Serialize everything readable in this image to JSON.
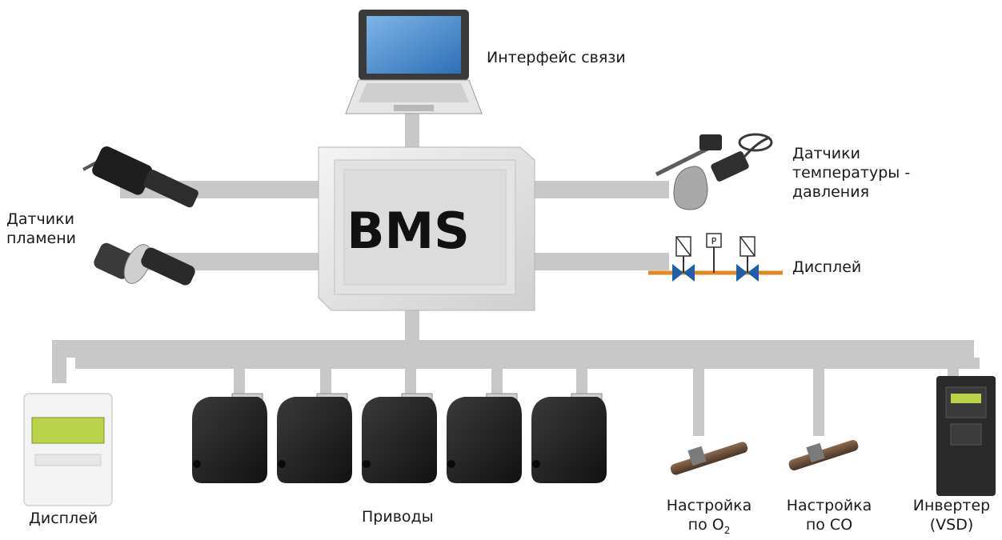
{
  "controller": {
    "label": "BMS"
  },
  "labels": {
    "interface": "Интерфейс связи",
    "temp_pressure": "Датчики\nтемпературы -\nдавления",
    "flame_sensors": "Датчики\nпламени",
    "display_right": "Дисплей",
    "display_bottom": "Дисплей",
    "actuators": "Приводы",
    "o2_line1": "Настройка",
    "o2_line2": "по О",
    "o2_subscript": "2",
    "co": "Настройка\nпо СО",
    "inverter": "Инвертер\n(VSD)"
  },
  "valve_train": {
    "pressure_switch_label": "P"
  },
  "colors": {
    "connector": "#c8c8c8",
    "actuator_body": "#1e1e1e",
    "valve_blue": "#1f5fa8",
    "pipe_orange": "#e08a1e",
    "display_screen": "#b9d44a"
  }
}
